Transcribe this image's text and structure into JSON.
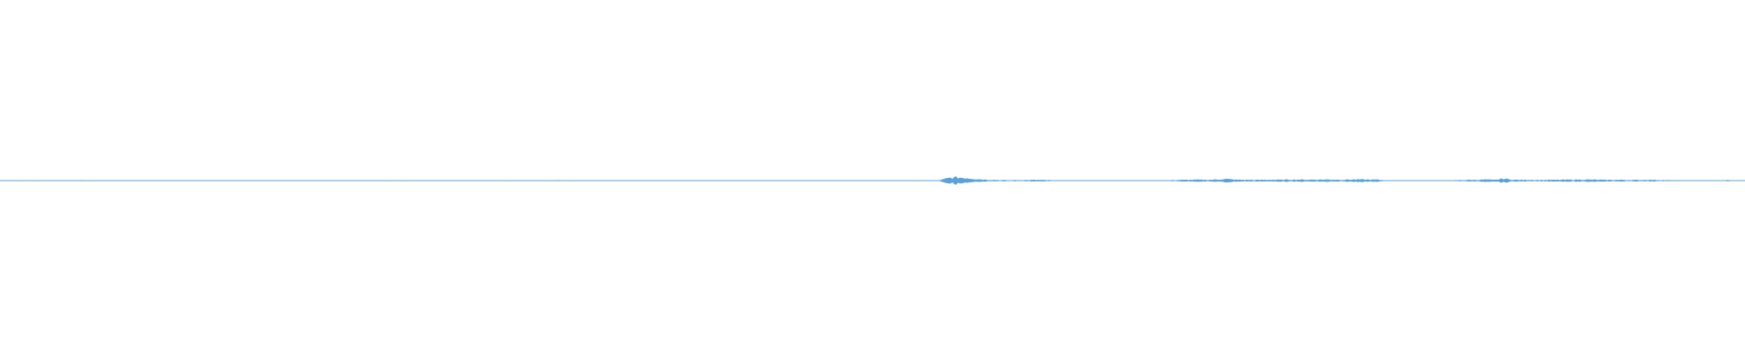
{
  "waveform": {
    "color": "#5aa3d8",
    "background": "#ffffff",
    "amplitude_envelope": [
      0.15,
      0.2,
      0.35,
      0.3,
      0.35,
      0.3,
      0.25,
      0.1,
      0.3,
      0.45,
      0.35,
      0.1,
      0.15,
      0.2,
      0.15,
      0.1,
      0.2,
      0.15,
      0.1,
      0.2,
      0.15,
      0.2,
      0.1,
      0.15,
      0.2,
      0.15,
      0.1,
      0.2,
      0.15,
      0.1,
      0.15,
      0.2,
      0.15,
      0.1,
      0.15,
      0.2,
      0.15,
      0.1,
      0.15,
      0.2,
      0.15,
      0.1,
      0.15,
      0.3,
      0.35,
      0.3,
      0.2,
      0.25,
      0.1,
      0.0,
      0.05,
      0.0,
      0.05,
      0.0,
      0.2,
      0.25,
      0.15,
      0.4,
      0.45,
      0.4,
      0.35,
      0.4,
      0.45,
      0.4,
      0.45,
      0.5,
      0.45,
      0.4,
      0.2,
      0.15,
      0.2,
      0.3,
      0.25,
      0.2,
      0.15,
      0.2,
      0.15,
      0.2,
      0.15,
      0.2,
      0.15,
      0.2,
      0.15,
      0.2,
      0.15,
      0.2,
      0.15,
      0.2,
      0.15,
      0.2,
      0.15,
      0.2,
      0.15,
      0.3,
      0.25,
      0.2,
      0.15,
      0.2,
      0.15,
      0.2,
      0.15,
      0.35,
      0.3,
      0.25,
      0.2,
      0.5,
      2.8,
      3.5,
      2.9,
      1.8,
      1.2,
      0.8,
      0.6,
      0.5,
      0.6,
      0.7,
      0.8,
      0.6,
      0.3,
      0.2,
      0.15,
      0.1,
      0.15,
      0.2,
      0.15,
      0.2,
      0.15,
      0.2,
      0.15,
      0.2,
      0.15,
      0.6,
      0.8,
      0.9,
      1.0,
      0.9,
      1.2,
      1.8,
      1.1,
      0.9,
      0.8,
      0.9,
      1.0,
      0.9,
      1.1,
      1.2,
      1.0,
      1.1,
      1.2,
      1.1,
      1.0,
      1.2,
      1.3,
      1.1,
      1.0,
      0.4,
      0.2,
      0.15,
      0.1,
      0.15,
      0.2,
      0.15,
      0.2,
      0.6,
      0.8,
      0.9,
      1.2,
      0.8,
      2.2,
      1.0,
      0.8,
      0.9,
      0.7,
      0.8,
      0.9,
      1.0,
      1.1,
      1.2,
      1.1,
      0.9,
      0.8,
      0.9,
      0.8,
      0.7,
      0.9,
      0.8,
      0.6,
      0.4,
      0.2,
      0.15,
      0.1,
      0.15,
      0.2,
      0.6,
      0.3,
      0.15
    ]
  }
}
